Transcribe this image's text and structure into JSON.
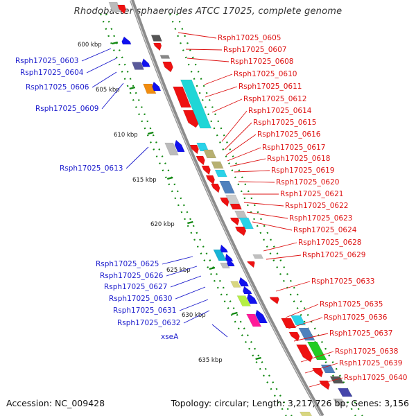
{
  "title": "Rhodobacter sphaeroides ATCC 17025, complete genome",
  "footer": {
    "accession": "Accession: NC_009428",
    "summary": "Topology: circular; Length: 3,217,726 bp; Genes: 3,156"
  },
  "colors": {
    "forward_label": "#dd1111",
    "reverse_label": "#1a1acc",
    "backbone": "#8c8c8c",
    "tick": "#118811"
  },
  "scale_ticks": [
    "600 kbp",
    "605 kbp",
    "610 kbp",
    "615 kbp",
    "620 kbp",
    "625 kbp",
    "630 kbp",
    "635 kbp"
  ],
  "genes_reverse": [
    "Rsph17025_0603",
    "Rsph17025_0604",
    "Rsph17025_0606",
    "Rsph17025_0609",
    "Rsph17025_0613",
    "Rsph17025_0625",
    "Rsph17025_0626",
    "Rsph17025_0627",
    "Rsph17025_0630",
    "Rsph17025_0631",
    "Rsph17025_0632",
    "xseA"
  ],
  "genes_forward": [
    "Rsph17025_0605",
    "Rsph17025_0607",
    "Rsph17025_0608",
    "Rsph17025_0610",
    "Rsph17025_0611",
    "Rsph17025_0612",
    "Rsph17025_0614",
    "Rsph17025_0615",
    "Rsph17025_0616",
    "Rsph17025_0617",
    "Rsph17025_0618",
    "Rsph17025_0619",
    "Rsph17025_0620",
    "Rsph17025_0621",
    "Rsph17025_0622",
    "Rsph17025_0623",
    "Rsph17025_0624",
    "Rsph17025_0628",
    "Rsph17025_0629",
    "Rsph17025_0633",
    "Rsph17025_0635",
    "Rsph17025_0636",
    "Rsph17025_0637",
    "Rsph17025_0638",
    "Rsph17025_0639",
    "Rsph17025_0640"
  ]
}
